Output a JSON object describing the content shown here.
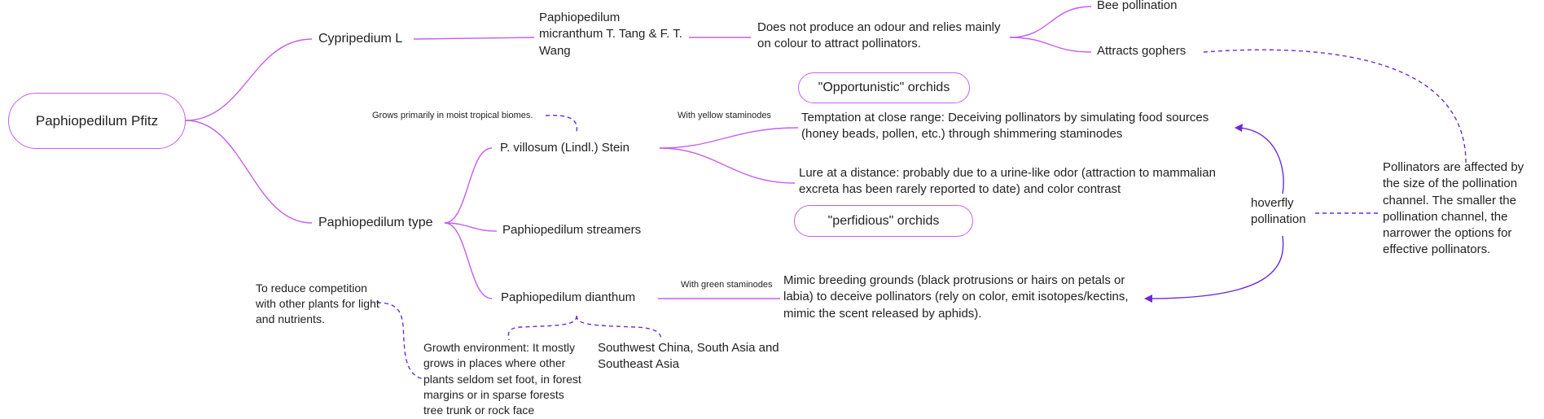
{
  "colors": {
    "branch": "#c75ef0",
    "relation": "#6a2ad9",
    "text": "#222222"
  },
  "root": {
    "label": "Paphiopedilum Pfitz"
  },
  "branches": {
    "cypripedium": {
      "label": "Cypripedium L"
    },
    "micranthum": {
      "label": "Paphiopedilum micranthum T. Tang & F. T. Wang"
    },
    "odour": {
      "label": "Does not produce an odour and relies mainly on colour to attract pollinators."
    },
    "bee": {
      "label": "Bee pollination"
    },
    "gophers": {
      "label": "Attracts gophers"
    },
    "type": {
      "label": "Paphiopedilum type"
    },
    "villosum": {
      "label": "P. villosum (Lindl.) Stein"
    },
    "streamers": {
      "label": "Paphiopedilum streamers"
    },
    "dianthum": {
      "label": "Paphiopedilum dianthum"
    },
    "temptation": {
      "label": "Temptation at close range: Deceiving pollinators by simulating food sources (honey beads, pollen, etc.) through shimmering staminodes"
    },
    "lure": {
      "label": "Lure at a distance: probably due to a urine-like odor (attraction to mammalian excreta has been rarely reported to date) and color contrast"
    },
    "mimic": {
      "label": "Mimic breeding grounds (black protrusions or hairs on petals or labia) to deceive pollinators (rely on color, emit isotopes/kectins, mimic the scent released by aphids)."
    },
    "hoverfly": {
      "label": "hoverfly pollination"
    },
    "pollinators_note": {
      "label": "Pollinators are affected by the size of the pollination channel. The smaller the pollination channel, the narrower the options for effective pollinators."
    }
  },
  "floating": {
    "opportunistic": {
      "label": "\"Opportunistic\" orchids"
    },
    "perfidious": {
      "label": "\"perfidious\" orchids"
    },
    "tropical": {
      "label": "Grows primarily in moist tropical biomes."
    },
    "yellow": {
      "label": "With yellow staminodes"
    },
    "green": {
      "label": "With green staminodes"
    },
    "competition": {
      "label": "To reduce competition with other plants for light and nutrients."
    },
    "growth": {
      "label": "Growth environment: It mostly grows in places where other plants seldom set foot, in forest margins or in sparse forests tree trunk or rock face"
    },
    "region": {
      "label": "Southwest China, South Asia and Southeast Asia"
    }
  }
}
